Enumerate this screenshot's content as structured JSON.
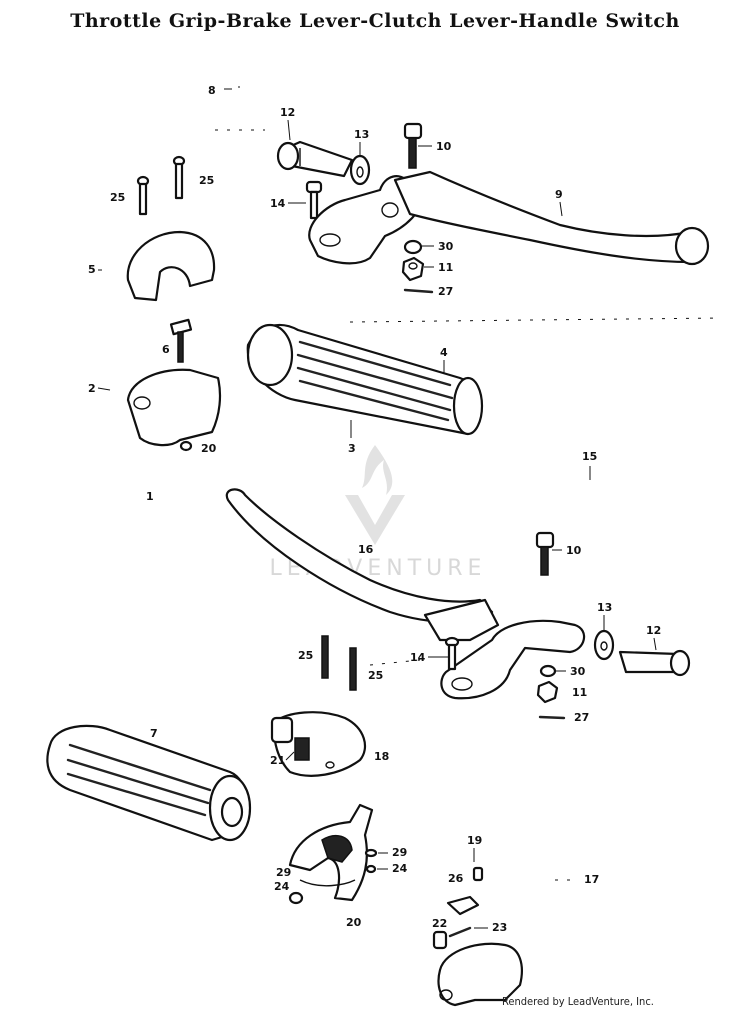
{
  "title": "Throttle Grip-Brake Lever-Clutch Lever-Handle Switch",
  "watermark": "LEADVENTURE",
  "credit": "Rendered by LeadVenture, Inc.",
  "callouts": {
    "c8": "8",
    "c12a": "12",
    "c13a": "13",
    "c10a": "10",
    "c25a": "25",
    "c25b": "25",
    "c14a": "14",
    "c9": "9",
    "c30a": "30",
    "c11a": "11",
    "c27a": "27",
    "c5": "5",
    "c6": "6",
    "c4": "4",
    "c2": "2",
    "c20a": "20",
    "c3": "3",
    "c15": "15",
    "c1": "1",
    "c16": "16",
    "c10b": "10",
    "c13b": "13",
    "c12b": "12",
    "c25c": "25",
    "c25d": "25",
    "c14b": "14",
    "c30b": "30",
    "c11b": "11",
    "c27b": "27",
    "c7": "7",
    "c21": "21",
    "c18": "18",
    "c29a": "29",
    "c29b": "29",
    "c24a": "24",
    "c24b": "24",
    "c20b": "20",
    "c19": "19",
    "c26": "26",
    "c17": "17",
    "c22": "22",
    "c23": "23"
  }
}
